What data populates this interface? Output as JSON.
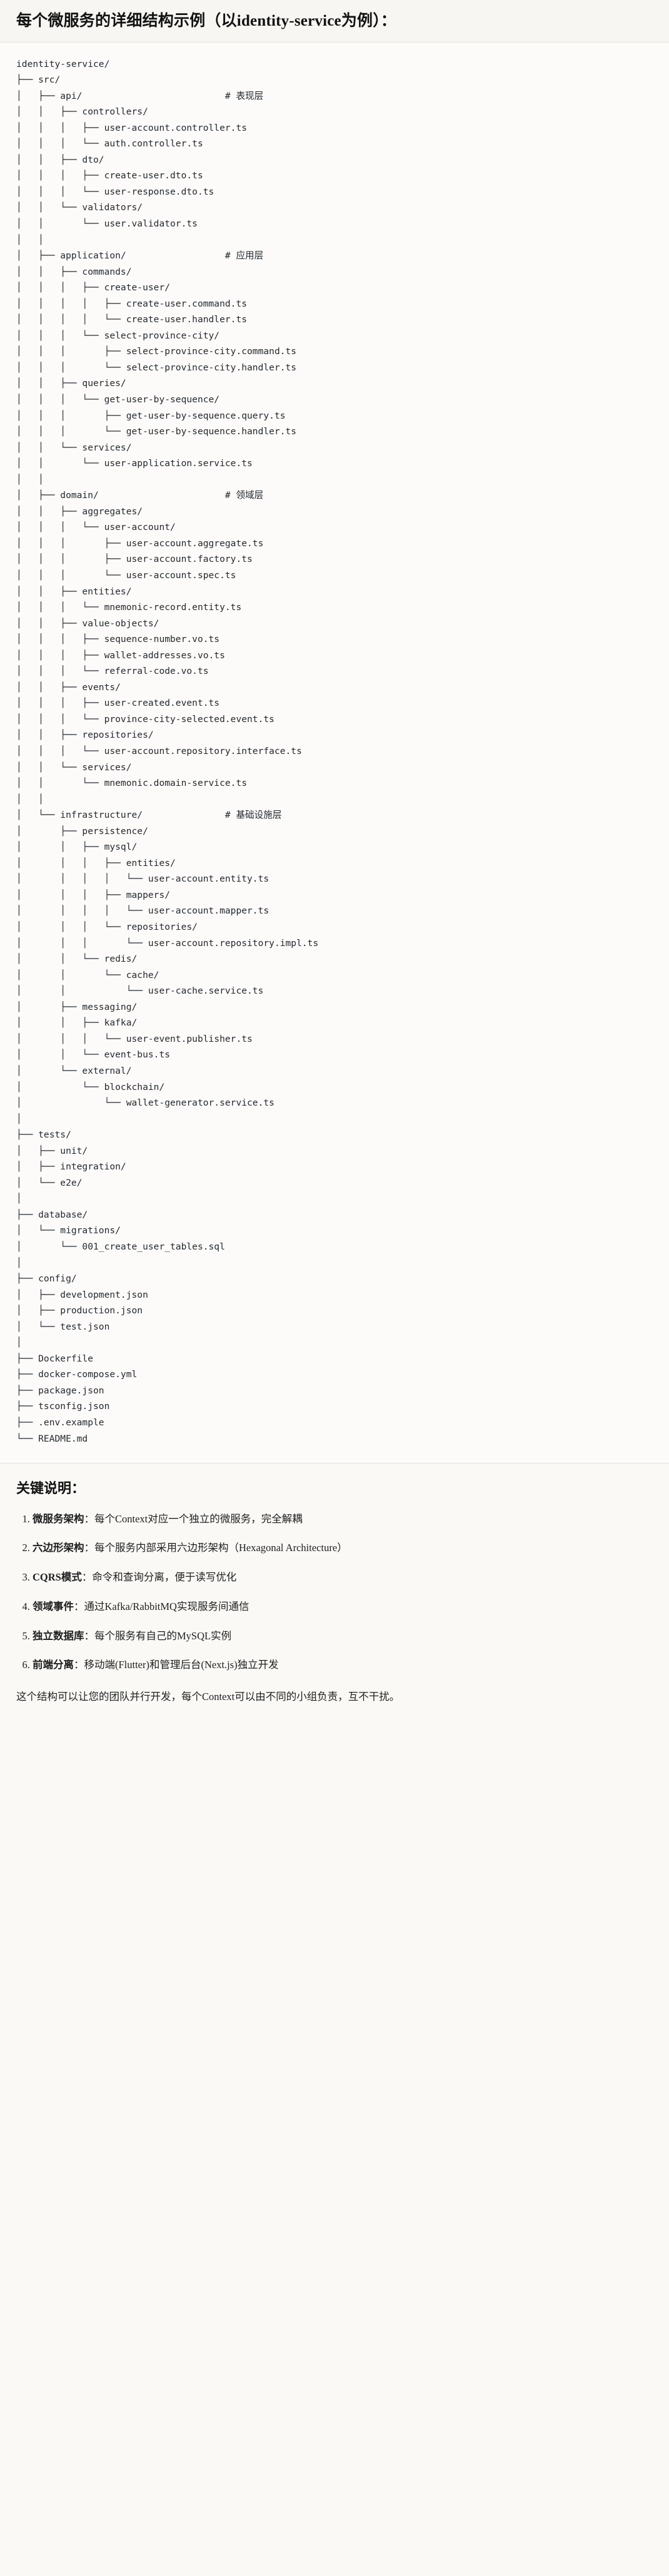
{
  "document": {
    "title": "每个微服务的详细结构示例（以identity-service为例）："
  },
  "tree": {
    "root": "identity-service/",
    "text": "identity-service/\n├── src/\n│   ├── api/                          # 表现层\n│   │   ├── controllers/\n│   │   │   ├── user-account.controller.ts\n│   │   │   └── auth.controller.ts\n│   │   ├── dto/\n│   │   │   ├── create-user.dto.ts\n│   │   │   └── user-response.dto.ts\n│   │   └── validators/\n│   │       └── user.validator.ts\n│   │\n│   ├── application/                  # 应用层\n│   │   ├── commands/\n│   │   │   ├── create-user/\n│   │   │   │   ├── create-user.command.ts\n│   │   │   │   └── create-user.handler.ts\n│   │   │   └── select-province-city/\n│   │   │       ├── select-province-city.command.ts\n│   │   │       └── select-province-city.handler.ts\n│   │   ├── queries/\n│   │   │   └── get-user-by-sequence/\n│   │   │       ├── get-user-by-sequence.query.ts\n│   │   │       └── get-user-by-sequence.handler.ts\n│   │   └── services/\n│   │       └── user-application.service.ts\n│   │\n│   ├── domain/                       # 领域层\n│   │   ├── aggregates/\n│   │   │   └── user-account/\n│   │   │       ├── user-account.aggregate.ts\n│   │   │       ├── user-account.factory.ts\n│   │   │       └── user-account.spec.ts\n│   │   ├── entities/\n│   │   │   └── mnemonic-record.entity.ts\n│   │   ├── value-objects/\n│   │   │   ├── sequence-number.vo.ts\n│   │   │   ├── wallet-addresses.vo.ts\n│   │   │   └── referral-code.vo.ts\n│   │   ├── events/\n│   │   │   ├── user-created.event.ts\n│   │   │   └── province-city-selected.event.ts\n│   │   ├── repositories/\n│   │   │   └── user-account.repository.interface.ts\n│   │   └── services/\n│   │       └── mnemonic.domain-service.ts\n│   │\n│   └── infrastructure/               # 基础设施层\n│       ├── persistence/\n│       │   ├── mysql/\n│       │   │   ├── entities/\n│       │   │   │   └── user-account.entity.ts\n│       │   │   ├── mappers/\n│       │   │   │   └── user-account.mapper.ts\n│       │   │   └── repositories/\n│       │   │       └── user-account.repository.impl.ts\n│       │   └── redis/\n│       │       └── cache/\n│       │           └── user-cache.service.ts\n│       ├── messaging/\n│       │   ├── kafka/\n│       │   │   └── user-event.publisher.ts\n│       │   └── event-bus.ts\n│       └── external/\n│           └── blockchain/\n│               └── wallet-generator.service.ts\n│\n├── tests/\n│   ├── unit/\n│   ├── integration/\n│   └── e2e/\n│\n├── database/\n│   └── migrations/\n│       └── 001_create_user_tables.sql\n│\n├── config/\n│   ├── development.json\n│   ├── production.json\n│   └── test.json\n│\n├── Dockerfile\n├── docker-compose.yml\n├── package.json\n├── tsconfig.json\n├── .env.example\n└── README.md",
    "layer_comments": [
      {
        "path": "src/api/",
        "comment": "# 表现层"
      },
      {
        "path": "src/application/",
        "comment": "# 应用层"
      },
      {
        "path": "src/domain/",
        "comment": "# 领域层"
      },
      {
        "path": "src/infrastructure/",
        "comment": "# 基础设施层"
      }
    ]
  },
  "notes": {
    "heading": "关键说明：",
    "items": [
      {
        "term": "微服务架构",
        "desc": "：每个Context对应一个独立的微服务，完全解耦"
      },
      {
        "term": "六边形架构",
        "desc": "：每个服务内部采用六边形架构（Hexagonal Architecture）"
      },
      {
        "term": "CQRS模式",
        "desc": "：命令和查询分离，便于读写优化"
      },
      {
        "term": "领域事件",
        "desc": "：通过Kafka/RabbitMQ实现服务间通信"
      },
      {
        "term": "独立数据库",
        "desc": "：每个服务有自己的MySQL实例"
      },
      {
        "term": "前端分离",
        "desc": "：移动端(Flutter)和管理后台(Next.js)独立开发"
      }
    ],
    "closing": "这个结构可以让您的团队并行开发，每个Context可以由不同的小组负责，互不干扰。"
  },
  "colors": {
    "page_bg": "#faf9f6",
    "code_bg": "#fcfbf9",
    "title_bg": "#f7f6f2",
    "divider": "#e2e0da",
    "text": "#1f1f1f",
    "code_text": "#24292f"
  }
}
